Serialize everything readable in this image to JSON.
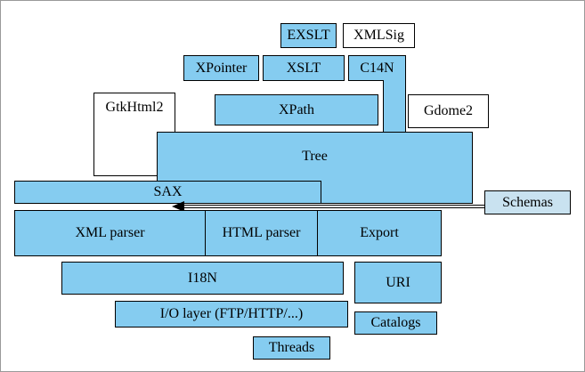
{
  "diagram": {
    "description": "libxml2 module architecture diagram",
    "colors": {
      "module_fill": "#85ccf0",
      "external_fill": "#ffffff",
      "schemas_fill": "#c9e2f0",
      "border": "#000000",
      "background": "#ffffff"
    },
    "nodes": [
      {
        "id": "exslt",
        "label": "EXSLT"
      },
      {
        "id": "xmlsig",
        "label": "XMLSig"
      },
      {
        "id": "xpointer",
        "label": "XPointer"
      },
      {
        "id": "xslt",
        "label": "XSLT"
      },
      {
        "id": "c14n",
        "label": "C14N"
      },
      {
        "id": "gtkhtml2",
        "label": "GtkHtml2"
      },
      {
        "id": "xpath",
        "label": "XPath"
      },
      {
        "id": "gdome2",
        "label": "Gdome2"
      },
      {
        "id": "tree",
        "label": "Tree"
      },
      {
        "id": "sax",
        "label": "SAX"
      },
      {
        "id": "schemas",
        "label": "Schemas"
      },
      {
        "id": "xml-parser",
        "label": "XML parser"
      },
      {
        "id": "html-parser",
        "label": "HTML parser"
      },
      {
        "id": "export",
        "label": "Export"
      },
      {
        "id": "i18n",
        "label": "I18N"
      },
      {
        "id": "uri",
        "label": "URI"
      },
      {
        "id": "io-layer",
        "label": "I/O layer (FTP/HTTP/...)"
      },
      {
        "id": "catalogs",
        "label": "Catalogs"
      },
      {
        "id": "threads",
        "label": "Threads"
      }
    ],
    "arrow": {
      "from": "schemas",
      "to": "sax",
      "direction": "left"
    }
  }
}
